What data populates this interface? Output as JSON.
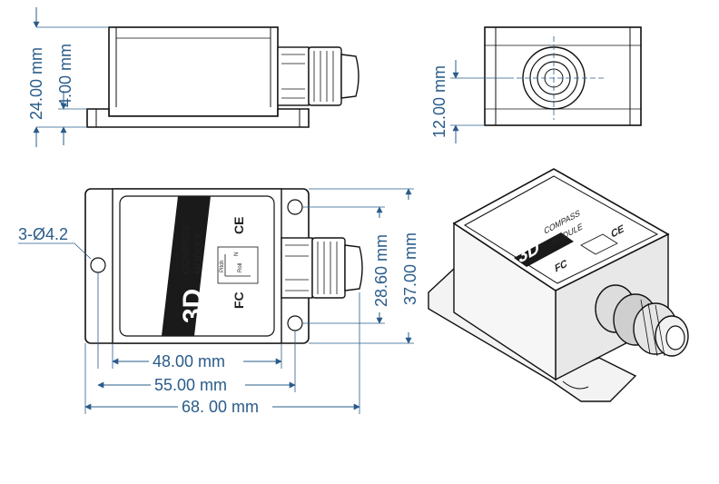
{
  "dimensions": {
    "height_total": "24.00 mm",
    "flange_height": "4.00 mm",
    "gland_height": "12.00 mm",
    "hole_spec": "3-Ø4.2",
    "hole_spacing_vertical": "28.60 mm",
    "body_width": "37.00 mm",
    "body_length": "48.00 mm",
    "hole_spacing_horizontal": "55.00 mm",
    "total_length": "68. 00 mm"
  },
  "product_label": {
    "brand": "3D",
    "line1": "COMPASS",
    "line2": "MODULE",
    "ce_mark": "CE",
    "fc_mark": "FC",
    "axis_pitch": "Pitch",
    "axis_roll": "Roll",
    "axis_north": "N"
  },
  "colors": {
    "dimension": "#2a5c8a",
    "outline": "#111111",
    "label_band": "#1a1a1a"
  }
}
